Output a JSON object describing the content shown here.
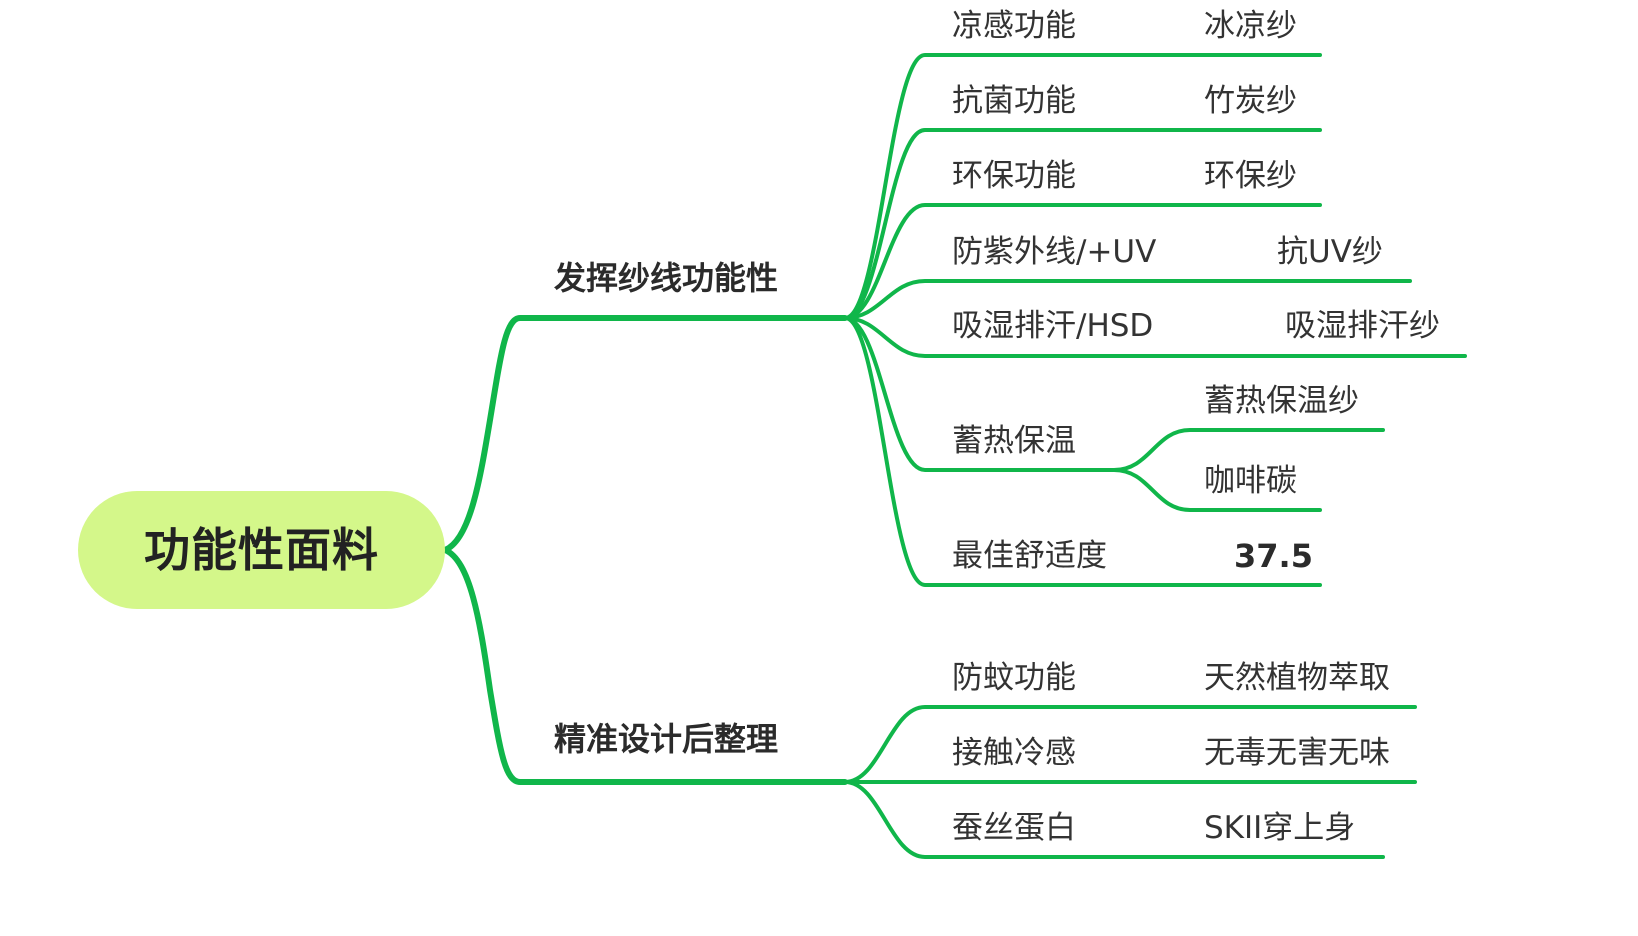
{
  "colors": {
    "line": "#10b64a",
    "root_fill": "#d4f78a",
    "text": "#333333"
  },
  "root": "功能性面料",
  "branches": [
    {
      "label": "发挥纱线功能性",
      "children": [
        {
          "label": "凉感功能",
          "leaf": "冰凉纱"
        },
        {
          "label": "抗菌功能",
          "leaf": "竹炭纱"
        },
        {
          "label": "环保功能",
          "leaf": "环保纱"
        },
        {
          "label": "防紫外线/+UV",
          "leaf": "抗UV纱"
        },
        {
          "label": "吸湿排汗/HSD",
          "leaf": "吸湿排汗纱"
        },
        {
          "label": "蓄热保温",
          "leaves": [
            "蓄热保温纱",
            "咖啡碳"
          ]
        },
        {
          "label": "最佳舒适度",
          "leaf": "37.5"
        }
      ]
    },
    {
      "label": "精准设计后整理",
      "children": [
        {
          "label": "防蚊功能",
          "leaf": "天然植物萃取"
        },
        {
          "label": "接触冷感",
          "leaf": "无毒无害无味"
        },
        {
          "label": "蚕丝蛋白",
          "leaf": "SKII穿上身"
        }
      ]
    }
  ]
}
